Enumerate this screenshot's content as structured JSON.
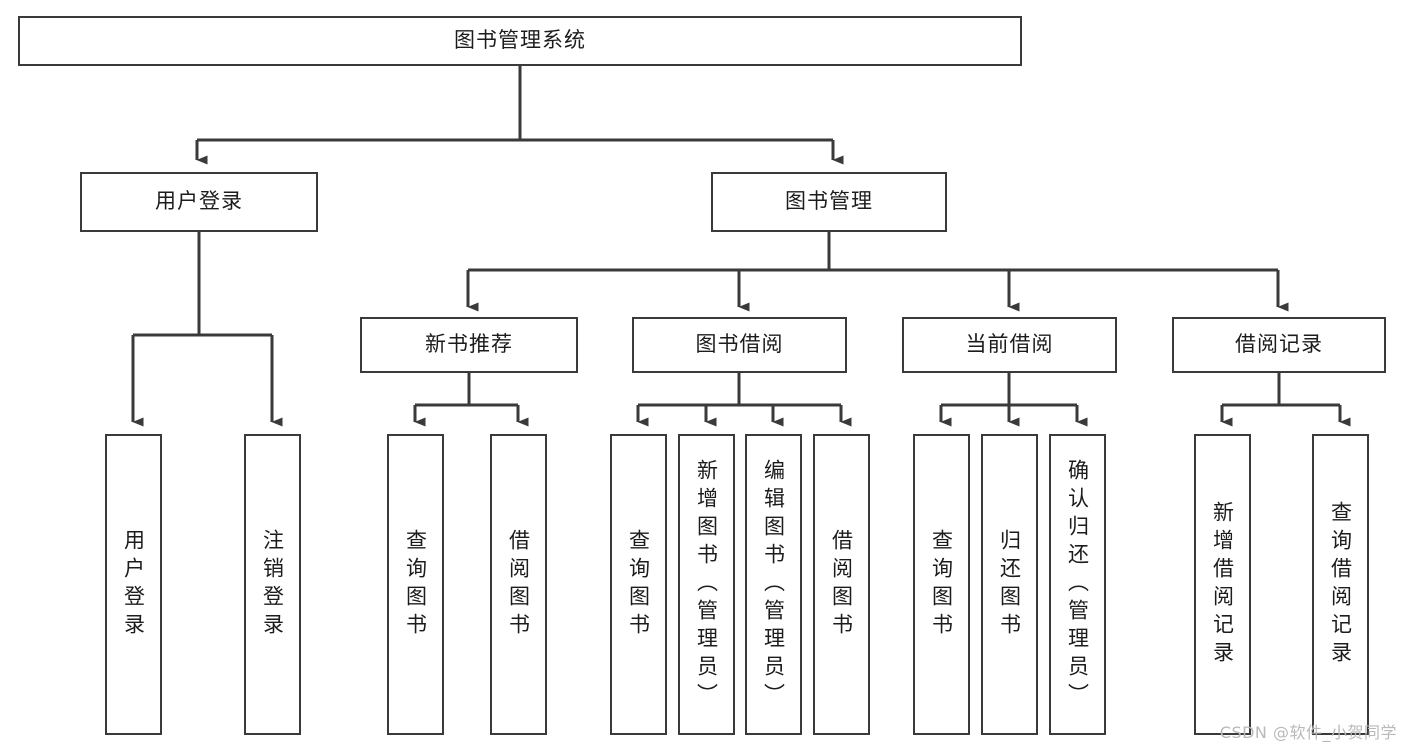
{
  "diagram": {
    "title": "图书管理系统",
    "type": "tree-hierarchy-chart",
    "watermark": "CSDN @软件_小贺同学",
    "colors": {
      "background": "#ffffff",
      "box_border": "#3a3a3a",
      "box_fill": "#ffffff",
      "text": "#1c1c1c",
      "connector": "#3a3a3a",
      "watermark": "#b9b9b9"
    },
    "root": {
      "label": "图书管理系统"
    },
    "level1": [
      {
        "label": "用户登录"
      },
      {
        "label": "图书管理"
      }
    ],
    "level2": [
      {
        "label": "新书推荐"
      },
      {
        "label": "图书借阅"
      },
      {
        "label": "当前借阅"
      },
      {
        "label": "借阅记录"
      }
    ],
    "leaves": {
      "user_login": [
        {
          "label": "用户登录"
        },
        {
          "label": "注销登录"
        }
      ],
      "new_book_recommend": [
        {
          "label": "查询图书"
        },
        {
          "label": "借阅图书"
        }
      ],
      "book_borrow": [
        {
          "label": "查询图书"
        },
        {
          "label": "新增图书（管理员）"
        },
        {
          "label": "编辑图书（管理员）"
        },
        {
          "label": "借阅图书"
        }
      ],
      "current_borrow": [
        {
          "label": "查询图书"
        },
        {
          "label": "归还图书"
        },
        {
          "label": "确认归还（管理员）"
        }
      ],
      "borrow_record": [
        {
          "label": "新增借阅记录"
        },
        {
          "label": "查询借阅记录"
        }
      ]
    }
  }
}
